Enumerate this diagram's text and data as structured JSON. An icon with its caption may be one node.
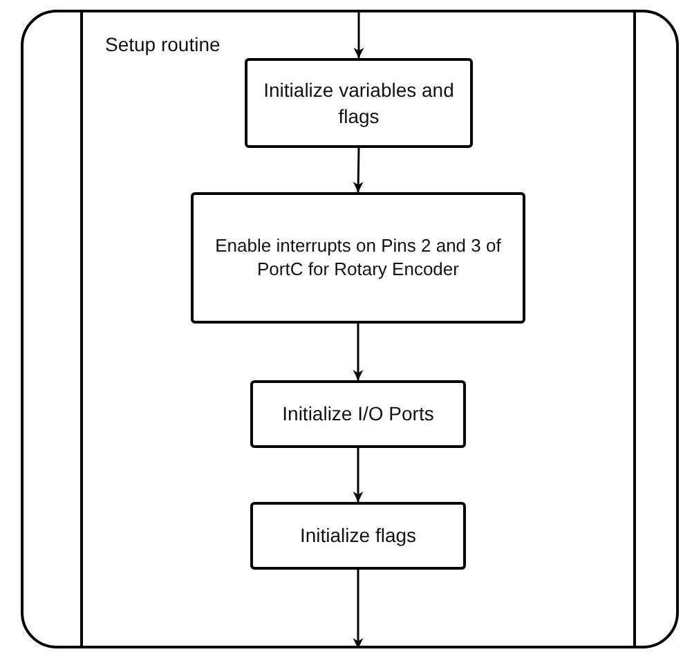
{
  "diagram": {
    "nodes": [
      {
        "text": [
          "Setup routine"
        ]
      },
      {
        "text": [
          "Initialize variables and flags"
        ],
        "in": 0
      },
      {
        "text": [
          "Enable interrupts on Pins 2 and 3 of PortC for Rotary Encoder"
        ],
        "in": 0
      },
      {
        "text": [
          "Initialize I/O Ports"
        ],
        "in": 0
      },
      {
        "text": [
          "Initialize flags"
        ],
        "in": 0
      }
    ],
    "edges": [
      {
        "from": null,
        "to": 1,
        "arrow": "to"
      },
      {
        "from": 1,
        "to": 2,
        "arrow": "to"
      },
      {
        "from": 2,
        "to": 3,
        "arrow": "to"
      },
      {
        "from": 3,
        "to": 4,
        "arrow": "to"
      },
      {
        "from": 4,
        "to": null,
        "arrow": "to"
      }
    ]
  }
}
